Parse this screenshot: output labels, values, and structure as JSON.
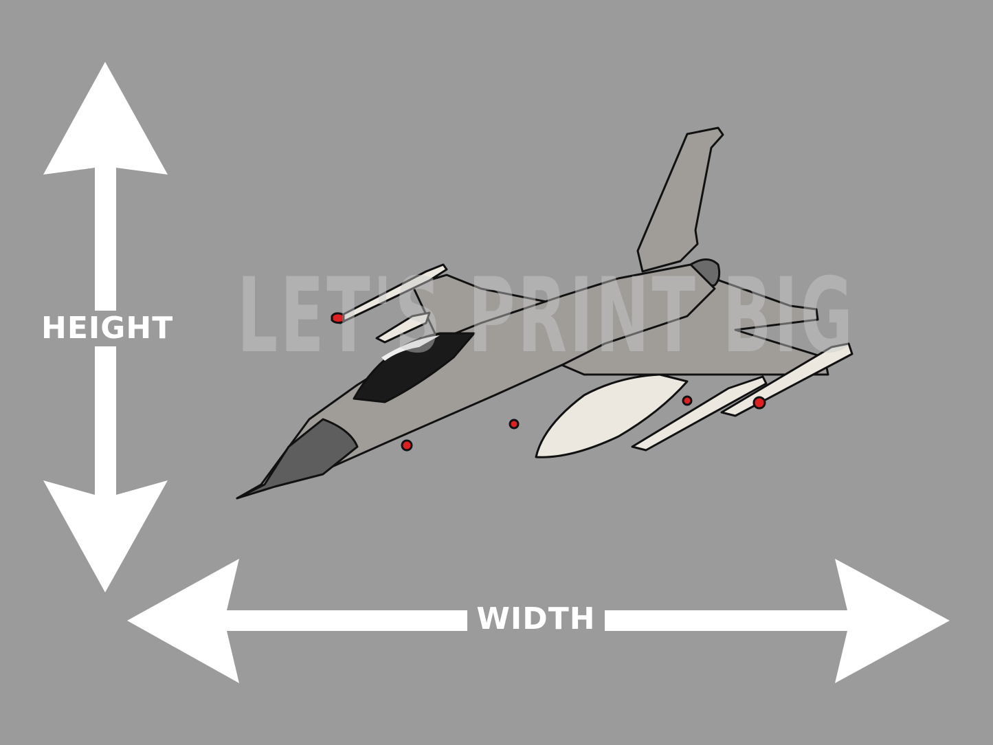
{
  "image": {
    "background_color": "#9b9b9b",
    "subject": "fighter-jet-illustration",
    "colors": {
      "jet_body": "#a09d99",
      "canopy": "#1a1a1a",
      "nose_cone": "#5e5e5e",
      "fuel_tank": "#ece7df",
      "missile_tip": "#e02020",
      "outline": "#111111",
      "arrows": "#ffffff"
    }
  },
  "dimensions": {
    "height_label": "HEIGHT",
    "width_label": "WIDTH"
  },
  "watermark": {
    "text": "LET'S PRINT BIG"
  }
}
